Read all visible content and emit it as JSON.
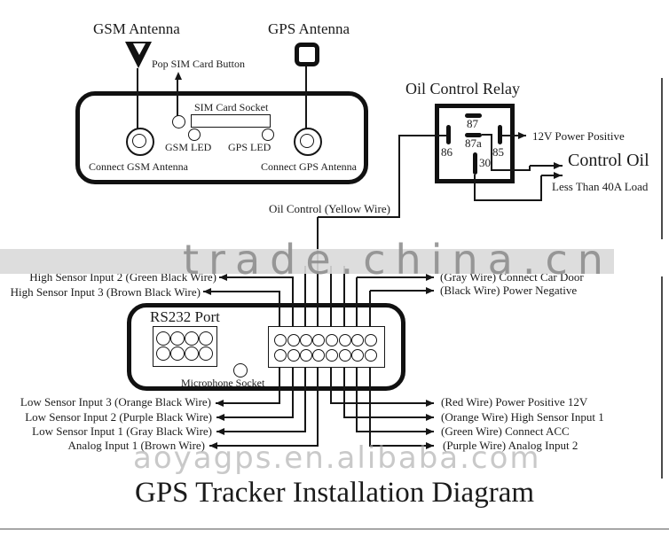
{
  "title": "GPS Tracker Installation Diagram",
  "watermark_band": "trade.china.cn",
  "watermark_bottom": "aoyagps.en.alibaba.com",
  "device_top": {
    "gsm_antenna_label": "GSM Antenna",
    "gps_antenna_label": "GPS Antenna",
    "pop_sim_label": "Pop SIM Card Button",
    "sim_socket_label": "SIM Card Socket",
    "gsm_led_label": "GSM LED",
    "gps_led_label": "GPS LED",
    "connect_gsm_label": "Connect GSM Antenna",
    "connect_gps_label": "Connect GPS Antenna"
  },
  "relay": {
    "title": "Oil Control Relay",
    "pin_87": "87",
    "pin_87a": "87a",
    "pin_86": "86",
    "pin_85": "85",
    "pin_30": "30",
    "power_label": "12V Power Positive",
    "control_label": "Control Oil",
    "load_label": "Less Than 40A Load"
  },
  "oil_wire_label": "Oil Control (Yellow Wire)",
  "device_bottom": {
    "rs232_label": "RS232 Port",
    "mic_label": "Microphone Socket"
  },
  "wire_labels": {
    "top_left": [
      "High Sensor Input 2 (Green Black Wire)",
      "High Sensor Input 3 (Brown Black Wire)"
    ],
    "top_right": [
      "(Gray Wire) Connect Car Door",
      "(Black Wire) Power Negative"
    ],
    "bottom_left": [
      "Low Sensor Input 3 (Orange Black Wire)",
      "Low Sensor Input 2 (Purple Black Wire)",
      "Low Sensor Input 1 (Gray Black Wire)",
      "Analog Input 1 (Brown Wire)"
    ],
    "bottom_right": [
      "(Red Wire) Power Positive 12V",
      "(Orange Wire) High Sensor Input 1",
      "(Green Wire) Connect ACC",
      "(Purple Wire) Analog Input 2"
    ]
  },
  "colors": {
    "line": "#161616",
    "band_bg": "#d9d9d9",
    "watermark_text": "#8a8a8a"
  }
}
